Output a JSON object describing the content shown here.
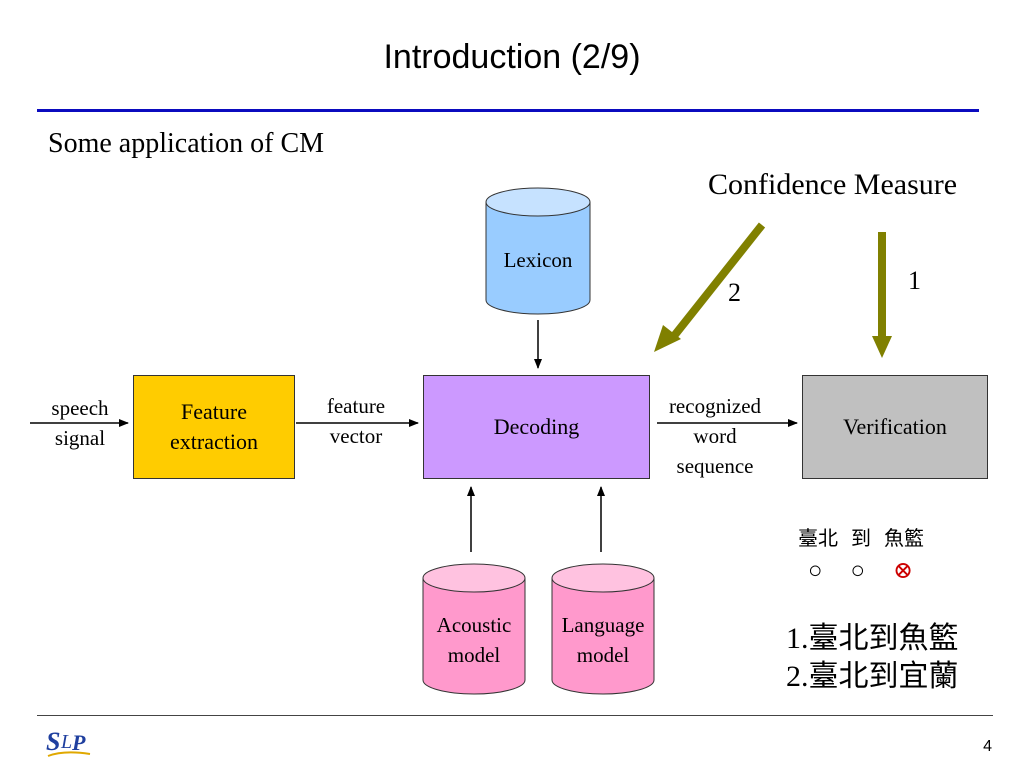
{
  "slide": {
    "title": "Introduction (2/9)",
    "subtitle": "Some application of CM",
    "page_number": "4",
    "logo_text": "SLP"
  },
  "diagram": {
    "confidence_measure": "Confidence Measure",
    "arrow_labels": {
      "first": "1",
      "second": "2"
    },
    "input": {
      "line1": "speech",
      "line2": "signal"
    },
    "feature_extraction": {
      "line1": "Feature",
      "line2": "extraction"
    },
    "feature_vector": {
      "line1": "feature",
      "line2": "vector"
    },
    "decoding": "Decoding",
    "recognized": {
      "line1": "recognized",
      "line2": "word",
      "line3": "sequence"
    },
    "verification": "Verification",
    "lexicon": "Lexicon",
    "acoustic_model": {
      "line1": "Acoustic",
      "line2": "model"
    },
    "language_model": {
      "line1": "Language",
      "line2": "model"
    }
  },
  "example": {
    "words": [
      "臺北",
      "到",
      "魚籃"
    ],
    "marks": [
      "○",
      "○",
      "⊗"
    ],
    "results": [
      "1.臺北到魚籃",
      "2.臺北到宜蘭"
    ]
  },
  "colors": {
    "title_rule": "#0b0bbf",
    "feature_box": "#ffcc00",
    "decoding_box": "#cc99ff",
    "verification_box": "#c0c0c0",
    "lexicon_cylinder": "#99ccff",
    "model_cylinders": "#ff99cc",
    "cm_arrows": "#808000",
    "reject_mark": "#cc0000"
  }
}
